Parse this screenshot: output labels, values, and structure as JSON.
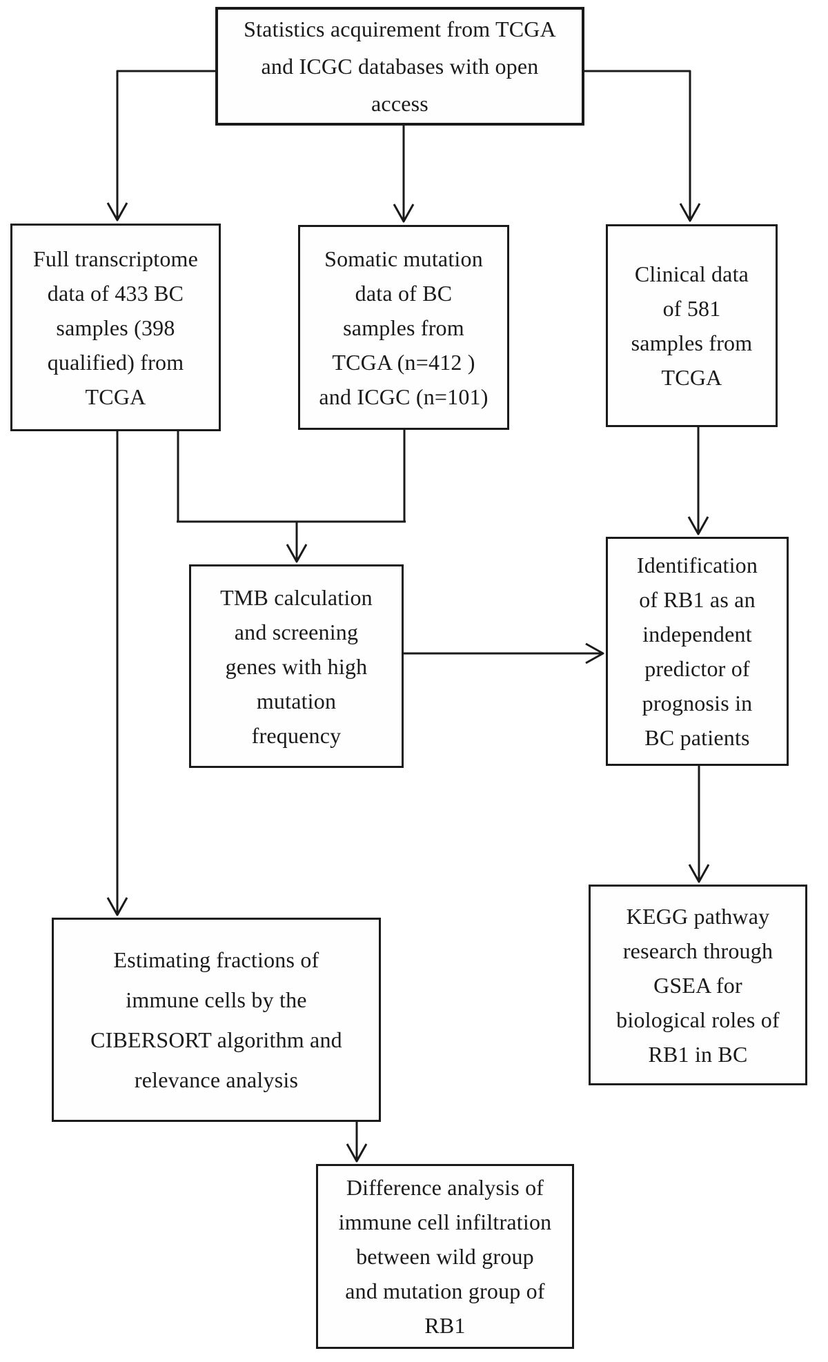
{
  "diagram": {
    "boxes": {
      "statistics": "Statistics acquirement from TCGA\nand ICGC databases with open\naccess",
      "transcriptome": "Full transcriptome\ndata of 433 BC\nsamples (398\nqualified) from\nTCGA",
      "somatic": "Somatic mutation\ndata of BC\nsamples from\nTCGA (n=412 )\nand ICGC (n=101)",
      "clinical": "Clinical data\nof 581\nsamples from\nTCGA",
      "tmb": "TMB calculation\nand screening\ngenes with high\nmutation\nfrequency",
      "rb1": "Identification\nof RB1 as an\nindependent\npredictor of\nprognosis in\nBC patients",
      "cibersort": "Estimating fractions of\nimmune cells by the\nCIBERSORT algorithm and\nrelevance analysis",
      "kegg": "KEGG pathway\nresearch through\nGSEA for\nbiological roles of\nRB1 in BC",
      "difference": "Difference analysis of\nimmune cell infiltration\nbetween wild group\nand mutation group of\nRB1"
    },
    "edges": [
      {
        "from": "statistics",
        "to": "transcriptome"
      },
      {
        "from": "statistics",
        "to": "somatic"
      },
      {
        "from": "statistics",
        "to": "clinical"
      },
      {
        "from": "transcriptome",
        "to": "tmb"
      },
      {
        "from": "somatic",
        "to": "tmb"
      },
      {
        "from": "transcriptome",
        "to": "cibersort"
      },
      {
        "from": "tmb",
        "to": "rb1"
      },
      {
        "from": "clinical",
        "to": "rb1"
      },
      {
        "from": "rb1",
        "to": "kegg"
      },
      {
        "from": "cibersort",
        "to": "difference"
      }
    ],
    "colors": {
      "line": "#1a1a1a",
      "border": "#1a1a1a",
      "text": "#1a1a1a",
      "background": "#ffffff"
    }
  }
}
